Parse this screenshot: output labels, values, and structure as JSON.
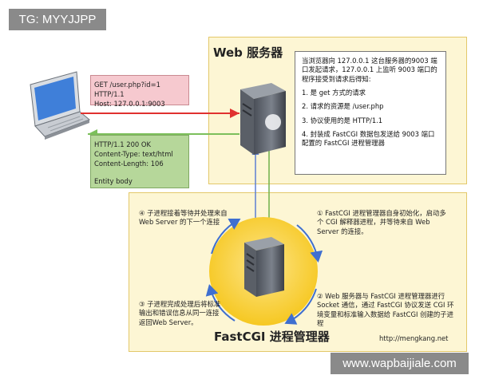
{
  "watermarks": {
    "top_left": "TG: MYYJJPP",
    "bottom_right": "www.wapbaijiale.com"
  },
  "web_server": {
    "title": "Web 服务器",
    "note_lines": [
      "当浏览器向 127.0.0.1 这台服务器的9003 端口发起请求，127.0.0.1 上监听 9003 端口的程序接受到请求后得知:",
      "1. 是 get 方式的请求",
      "2. 请求的资源是 /user.php",
      "3. 协议使用的是 HTTP/1.1",
      "4. 封装成 FastCGI 数据包发送给 9003 端口配置的 FastCGI 进程管理器"
    ]
  },
  "request": {
    "line1": "GET /user.php?id=1 HTTP/1.1",
    "line2": "Host: 127.0.0.1:9003"
  },
  "response": {
    "line1": "HTTP/1.1 200 OK",
    "line2": "Content-Type: text/html",
    "line3": "Content-Length: 106",
    "line4": "Entity body"
  },
  "fastcgi": {
    "title": "FastCGI 进程管理器",
    "step1": "① FastCGI 进程管理器自身初始化，启动多个 CGI 解释器进程，并等待来自 Web Server 的连接。",
    "step2": "② Web 服务器与 FastCGI 进程管理器进行 Socket 通信，通过 FastCGI 协议发送 CGI 环境变量和标准输入数据给 FastCGI 创建的子进程",
    "step3": "③ 子进程完成处理后将标准输出和错误信息从同一连接返回Web Server。",
    "step4": "④ 子进程接着等待并处理来自 Web Server 的下一个连接",
    "url": "http://mengkang.net"
  },
  "colors": {
    "box_fill": "#fdf6d4",
    "circle": "#f7cf2a",
    "request_arrow": "#e0312f",
    "response_arrow": "#7cbf5b",
    "blue_arrow": "#5b7fd3",
    "green_arrow": "#6fb04a"
  }
}
